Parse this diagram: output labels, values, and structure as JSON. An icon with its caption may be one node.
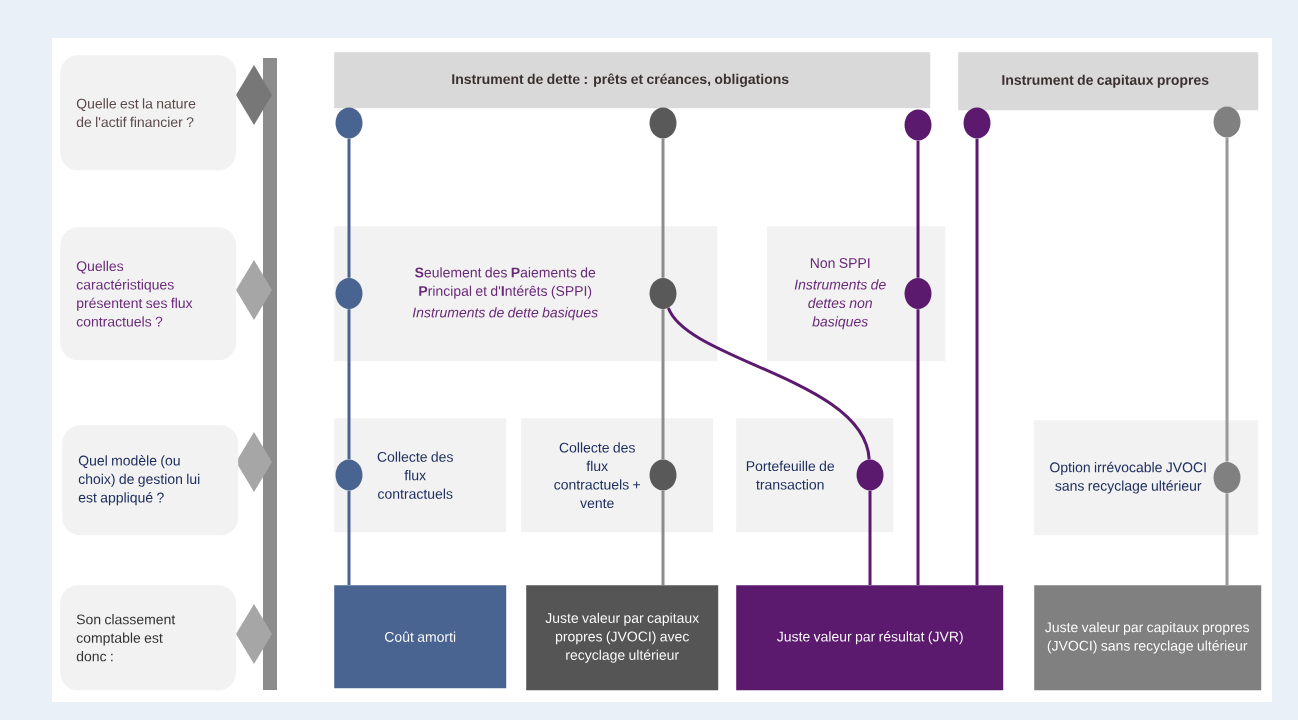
{
  "diagram": {
    "nodes": [
      {
        "text": [
          "Quelle est la nature de l'actif financier ?"
        ]
      },
      {
        "text": [
          "Quelles caractéristiques présentent ses flux contractuels ?"
        ]
      },
      {
        "text": [
          "Quel modèle (ou choix) de gestion lui est appliqué ?"
        ]
      },
      {
        "text": [
          "Son classement comptable est donc :"
        ]
      },
      {
        "text": [
          "Instrument de dette : prêts et créances, obligations"
        ]
      },
      {
        "text": [
          "Instrument de capitaux propres"
        ]
      },
      {
        "text": [
          "**S**eulement des **P**aiements de **P**rincipal et d'**I**ntérêts (SPPI)",
          "Instruments de dette basiques"
        ]
      },
      {
        "text": [
          "Non SPPI",
          "Instruments de dettes non basiques"
        ]
      },
      {
        "text": [
          "Collecte des flux contractuels"
        ]
      },
      {
        "text": [
          "Collecte des flux contractuels + vente"
        ]
      },
      {
        "text": [
          "Portefeuille de transaction"
        ]
      },
      {
        "text": [
          "Option irrévocable JVOCI sans recyclage ultérieur"
        ]
      },
      {
        "text": [
          "Coût amorti"
        ]
      },
      {
        "text": [
          "Juste valeur par capitaux propres (JVOCI) avec recyclage ultérieur"
        ]
      },
      {
        "text": [
          "Juste valeur par résultat (JVR)"
        ]
      },
      {
        "text": [
          "Juste valeur par  capitaux propres (JVOCI) sans recyclage ultérieur"
        ]
      },
      {
        "text": [],
        "shape": "circle"
      },
      {
        "text": [],
        "shape": "circle"
      },
      {
        "text": [],
        "shape": "circle"
      },
      {
        "text": [],
        "shape": "circle"
      },
      {
        "text": [],
        "shape": "circle"
      },
      {
        "text": [],
        "shape": "circle",
        "in": 6
      },
      {
        "text": [],
        "shape": "circle",
        "in": 6
      },
      {
        "text": [],
        "shape": "circle",
        "in": 7
      },
      {
        "text": [],
        "shape": "circle",
        "in": 8
      },
      {
        "text": [],
        "shape": "circle",
        "in": 9
      },
      {
        "text": [],
        "shape": "circle",
        "in": 10
      },
      {
        "text": [],
        "shape": "circle",
        "in": 11
      }
    ],
    "edges": [
      {
        "from": 16,
        "to": 21,
        "arrow": "none",
        "color": "#4a6491"
      },
      {
        "from": 21,
        "to": 24,
        "arrow": "none",
        "color": "#4a6491"
      },
      {
        "from": 24,
        "to": 12,
        "arrow": "none",
        "color": "#4a6491"
      },
      {
        "from": 17,
        "to": 22,
        "arrow": "none",
        "color": "#8c8c8c"
      },
      {
        "from": 22,
        "to": 25,
        "arrow": "none",
        "color": "#8c8c8c"
      },
      {
        "from": 25,
        "to": 13,
        "arrow": "none",
        "color": "#8c8c8c"
      },
      {
        "from": 22,
        "to": 26,
        "arrow": "none"
      },
      {
        "from": 18,
        "to": 23,
        "arrow": "none"
      },
      {
        "from": 23,
        "to": 14,
        "arrow": "none"
      },
      {
        "from": 19,
        "to": 14,
        "arrow": "none"
      },
      {
        "from": 26,
        "to": 14,
        "arrow": "none"
      },
      {
        "from": 20,
        "to": 27,
        "arrow": "none",
        "color": "#999999"
      },
      {
        "from": 27,
        "to": 15,
        "arrow": "none",
        "color": "#999999"
      }
    ]
  }
}
